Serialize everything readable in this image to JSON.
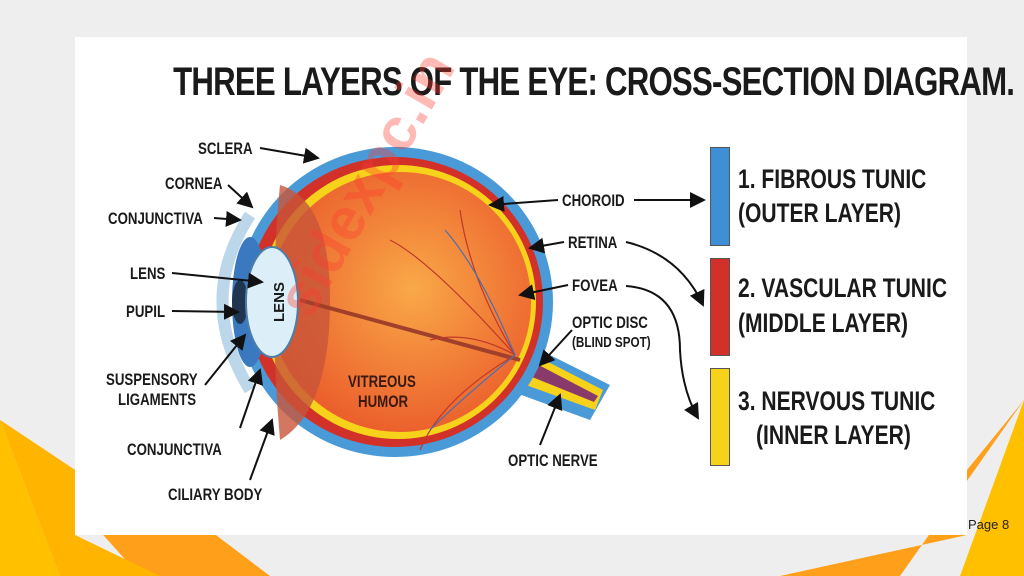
{
  "title": "THREE LAYERS OF THE EYE: CROSS-SECTION DIAGRAM.",
  "watermark": "sidexpc.in",
  "labels": {
    "sclera": "SCLERA",
    "cornea": "CORNEA",
    "conjunctiva_top": "CONJUNCTIVA",
    "lens": "LENS",
    "pupil": "PUPIL",
    "suspensory_1": "SUSPENSORY",
    "suspensory_2": "LIGAMENTS",
    "conjunctiva_bottom": "CONJUNCTIVA",
    "ciliary_body": "CILIARY BODY",
    "choroid": "CHOROID",
    "retina": "RETINA",
    "fovea": "FOVEA",
    "optic_disc_1": "OPTIC DISC",
    "optic_disc_2": "(BLIND SPOT)",
    "optic_nerve": "OPTIC NERVE",
    "vitreous_1": "VITREOUS",
    "vitreous_2": "HUMOR",
    "lens_inner": "LENS"
  },
  "legend": [
    {
      "line1": "1. FIBROUS TUNIC",
      "line2": "(OUTER LAYER)",
      "color": "#3f8fd6"
    },
    {
      "line1": "2. VASCULAR TUNIC",
      "line2": "(MIDDLE LAYER)",
      "color": "#d2312a"
    },
    {
      "line1": "3. NERVOUS TUNIC",
      "line2": "(INNER LAYER)",
      "color": "#f6d21b"
    }
  ],
  "page_label": "Page 8"
}
